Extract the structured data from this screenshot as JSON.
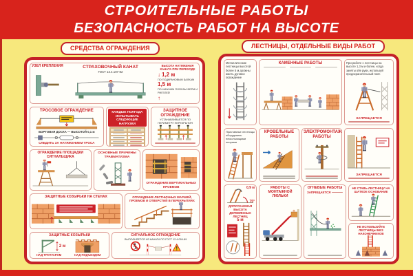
{
  "colors": {
    "header_red": "#d8231c",
    "body_yellow": "#f7e87d",
    "panel_border_red": "#c42127",
    "accent_red": "#cc2127",
    "sign_yellow": "#f5c518"
  },
  "header": {
    "line1": "СТРОИТЕЛЬНЫЕ РАБОТЫ",
    "line2": "БЕЗОПАСНОСТЬ РАБОТ НА ВЫСОТЕ"
  },
  "left": {
    "tab": "СРЕДСТВА ОГРАЖДЕНИЯ",
    "rope": {
      "title": "СТРАХОВОЧНЫЙ КАНАТ",
      "gost": "ГОСТ 12.4.107-82",
      "node": "УЗЕЛ КРЕПЛЕНИЯ",
      "height_note": "ВЫСОТА НАТЯЖЕНИЯ КАНАТА ПРИ ПЕРЕХОДЕ",
      "m1": "1,2 м",
      "m1_note": "ПО ПОДКРАНОВЫМ БАЛКАМ",
      "m2": "1,5 м",
      "m2_note": "ПО НИЖНИМ ПОЯСАМ ФЕРМ И РИГЕЛЕЙ"
    },
    "cable": {
      "title": "ТРОСОВОЕ ОГРАЖДЕНИЕ",
      "board": "БОРТОВАЯ ДОСКА — ВЫСОТОЙ 0,1 м",
      "caption": "СЛЕДИТЬ ЗА НАТЯЖЕНИЕМ ТРОСА"
    },
    "table": {
      "line1": "КАЖДЫЕ ПОЛГОДА ИСПЫТЫВАТЬ",
      "line2": "СЛЕДУЮЩИЕ НАГРУЗКИ"
    },
    "guard": {
      "title": "ЗАЩИТНОЕ ОГРАЖДЕНИЕ",
      "subtitle": "УСТАНАВЛИВАЕТСЯ ПО ПЕРИМЕТРУ ПЕРЕКРЫТИЯ"
    },
    "signalman": {
      "title": "ОГРАЖДЕНИЕ ПЛОЩАДКИ СИГНАЛЬЩИКА"
    },
    "causes": {
      "title": "ОСНОВНЫЕ ПРИЧИНЫ ТРАВМАТИЗМА"
    },
    "openings": {
      "title": "ОГРАЖДЕНИЕ ВЕРТИКАЛЬНЫХ ПРОЕМОВ"
    },
    "canopy_wall": {
      "title": "ЗАЩИТНЫЕ КОЗЫРЬКИ НА СТЕНАХ"
    },
    "stairs": {
      "title": "ОГРАЖДЕНИЕ ЛЕСТНИЧНЫХ МАРШЕЙ, ПРОЕМОВ И ОТВЕРСТИЙ В ПЕРЕКРЫТИЯХ"
    },
    "canopy": {
      "title": "ЗАЩИТНЫЕ КОЗЫРЬКИ",
      "left_label": "НАД ТРОТУАРОМ",
      "right_label": "НАД ПОДЪЕЗДОМ",
      "height": "2 м"
    },
    "signal": {
      "title": "СИГНАЛЬНОЕ ОГРАЖДЕНИЕ",
      "subtitle": "ВЫПОЛНЯЕТСЯ ИЗ КАНАТА ПО ГОСТ 12.4.059-89"
    }
  },
  "right": {
    "tab": "ЛЕСТНИЦЫ, ОТДЕЛЬНЫЕ ВИДЫ РАБОТ",
    "metal": {
      "note": "Металлические лестницы высотой более 5 м должны иметь дуговое ограждение"
    },
    "masonry": {
      "title": "КАМЕННЫЕ РАБОТЫ"
    },
    "belt": {
      "note": "При работе с лестницы на высоте 1,3 м и более, когда заняты обе руки, используй предохранительный пояс",
      "badge": "ЗАПРЕЩАЕТСЯ"
    },
    "leaning": {
      "note": "Приставные лестницы оборудовать нескользящими опорами"
    },
    "roofing": {
      "title": "КРОВЕЛЬНЫЕ РАБОТЫ"
    },
    "electrical": {
      "title": "ЭЛЕКТРОМОНТАЖНЫЕ РАБОТЫ"
    },
    "forbidden": {
      "badge": "ЗАПРЕЩАЕТСЯ"
    },
    "wooden": {
      "title": "ДОПУСКАЕМАЯ ВЫСОТА ДЕРЕВЯННЫХ ЛЕСТНИЦ",
      "value": "5 м",
      "angle": "75°",
      "hook_m": "0,9 м"
    },
    "cradle": {
      "title": "РАБОТЫ С МОНТАЖНОЙ ЛЮЛЬКИ"
    },
    "fire": {
      "title": "ОГНЕВЫЕ РАБОТЫ",
      "badge": "ЗАПРЕЩАЕТСЯ"
    },
    "unstable": {
      "note": "НЕ СТАВЬ ЛЕСТНИЦУ НА ШАТКОЕ ОСНОВАНИЕ"
    },
    "tips": {
      "note": "НЕ ИСПОЛЬЗУЙТЕ ЛЕСТНИЦЫ БЕЗ НАКОНЕЧНИКОВ"
    }
  }
}
